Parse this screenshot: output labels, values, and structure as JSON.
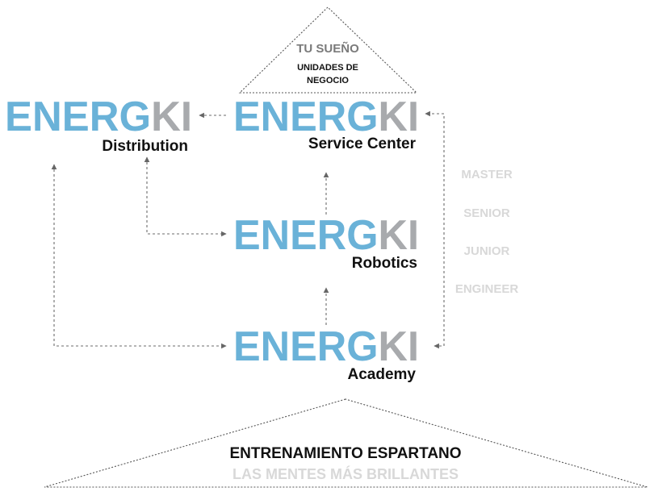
{
  "top_triangle": {
    "title": "TU SUEÑO",
    "subtitle_line1": "UNIDADES DE",
    "subtitle_line2": "NEGOCIO"
  },
  "logo": {
    "part1": "ENERG",
    "part2": "KI",
    "color_part1": "#6ab2d8",
    "color_part2": "#a8aaad"
  },
  "units": {
    "distribution": "Distribution",
    "service_center": "Service Center",
    "robotics": "Robotics",
    "academy": "Academy"
  },
  "levels": [
    "MASTER",
    "SENIOR",
    "JUNIOR",
    "ENGINEER"
  ],
  "base_triangle": {
    "title": "ENTRENAMIENTO ESPARTANO",
    "subtitle": "LAS MENTES MÁS BRILLANTES"
  }
}
